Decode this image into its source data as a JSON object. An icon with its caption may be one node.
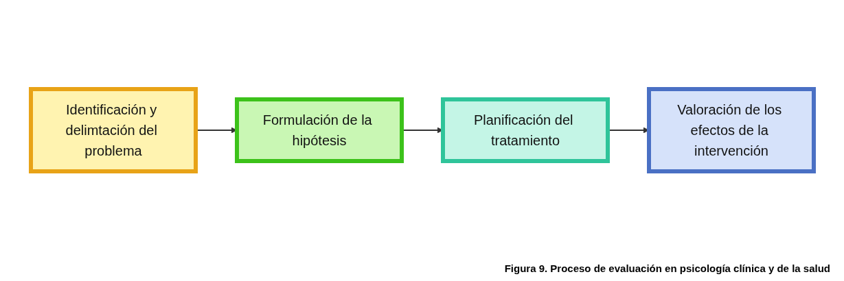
{
  "diagram": {
    "caption": "Figura 9. Proceso de evaluación en psicología clínica y de la salud",
    "nodes": [
      {
        "text": [
          "Identificación y delimtación del problema"
        ]
      },
      {
        "text": [
          "Formulación de la hipótesis"
        ]
      },
      {
        "text": [
          "Planificación del tratamiento"
        ]
      },
      {
        "text": [
          "Valoración de los efectos de la intervención"
        ]
      }
    ],
    "edges": [
      {
        "from": 0,
        "to": 1,
        "arrow": "to"
      },
      {
        "from": 1,
        "to": 2,
        "arrow": "to"
      },
      {
        "from": 2,
        "to": 3,
        "arrow": "to"
      }
    ]
  }
}
